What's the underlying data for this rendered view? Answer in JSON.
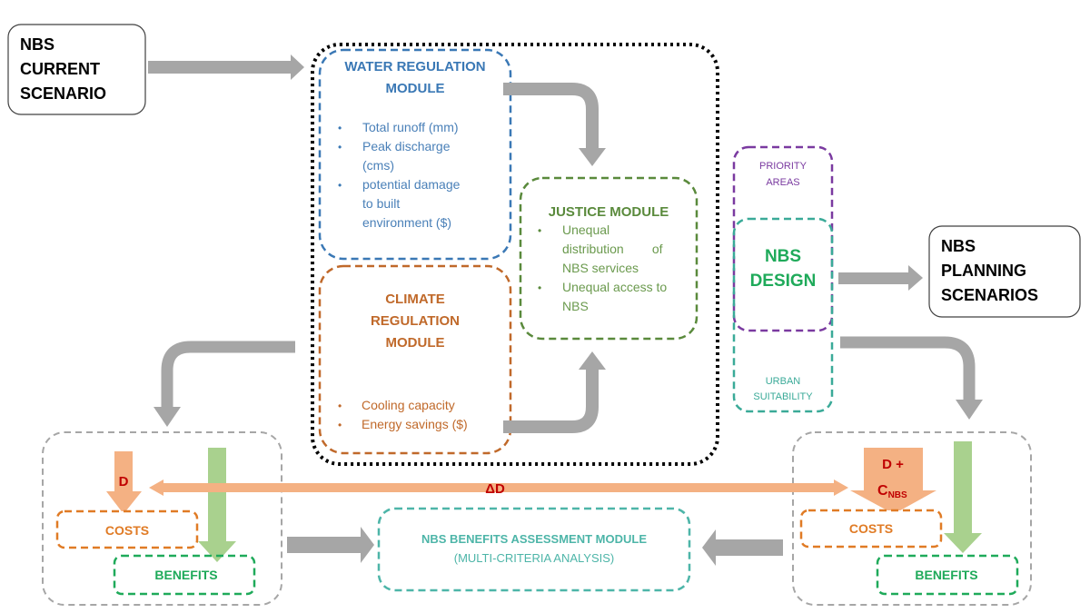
{
  "diagram": {
    "current_scenario": {
      "lines": [
        "NBS",
        "CURRENT",
        "SCENARIO"
      ]
    },
    "planning_scenarios": {
      "lines": [
        "NBS",
        "PLANNING",
        "SCENARIOS"
      ]
    },
    "water_module": {
      "title_lines": [
        "WATER REGULATION",
        "MODULE"
      ],
      "bullets": [
        [
          "Total runoff (mm)"
        ],
        [
          "Peak discharge",
          "(cms)"
        ],
        [
          "potential damage",
          "to built",
          "environment ($)"
        ]
      ],
      "color": "#3a78b5"
    },
    "climate_module": {
      "title_lines": [
        "CLIMATE",
        "REGULATION",
        "MODULE"
      ],
      "bullets": [
        [
          "Cooling capacity"
        ],
        [
          "Energy savings ($)"
        ]
      ],
      "color": "#c0692a"
    },
    "justice_module": {
      "title": "JUSTICE MODULE",
      "bullets": [
        [
          "Unequal",
          "distribution        of",
          "NBS services"
        ],
        [
          "Unequal access to",
          "NBS"
        ]
      ],
      "color": "#5a8a3c"
    },
    "priority_areas": {
      "lines": [
        "PRIORITY",
        "AREAS"
      ],
      "color": "#7a3aa0"
    },
    "nbs_design": {
      "lines": [
        "NBS",
        "DESIGN"
      ],
      "color": "#1faa5a"
    },
    "urban_suitability": {
      "lines": [
        "URBAN",
        "SUITABILITY"
      ],
      "color": "#3aaa98"
    },
    "left_group": {
      "arrow_label": "D",
      "costs": "COSTS",
      "benefits": "BENEFITS"
    },
    "right_group": {
      "arrow_label_line1": "D +",
      "arrow_label_c": "C",
      "arrow_label_sub": "NBS",
      "costs": "COSTS",
      "benefits": "BENEFITS"
    },
    "delta_label": "ΔD",
    "assessment_module": {
      "title": "NBS BENEFITS ASSESSMENT MODULE",
      "subtitle": "(MULTI-CRITERIA ANALYSIS)",
      "color": "#4db5a8"
    },
    "colors": {
      "gray_arrow": "#a6a6a6",
      "orange_arrow": "#f4b183",
      "green_arrow": "#a9d18e",
      "costs": "#e07b25",
      "benefits": "#1faa5a",
      "dark_red": "#c00000",
      "group_border": "#a6a6a6"
    }
  }
}
